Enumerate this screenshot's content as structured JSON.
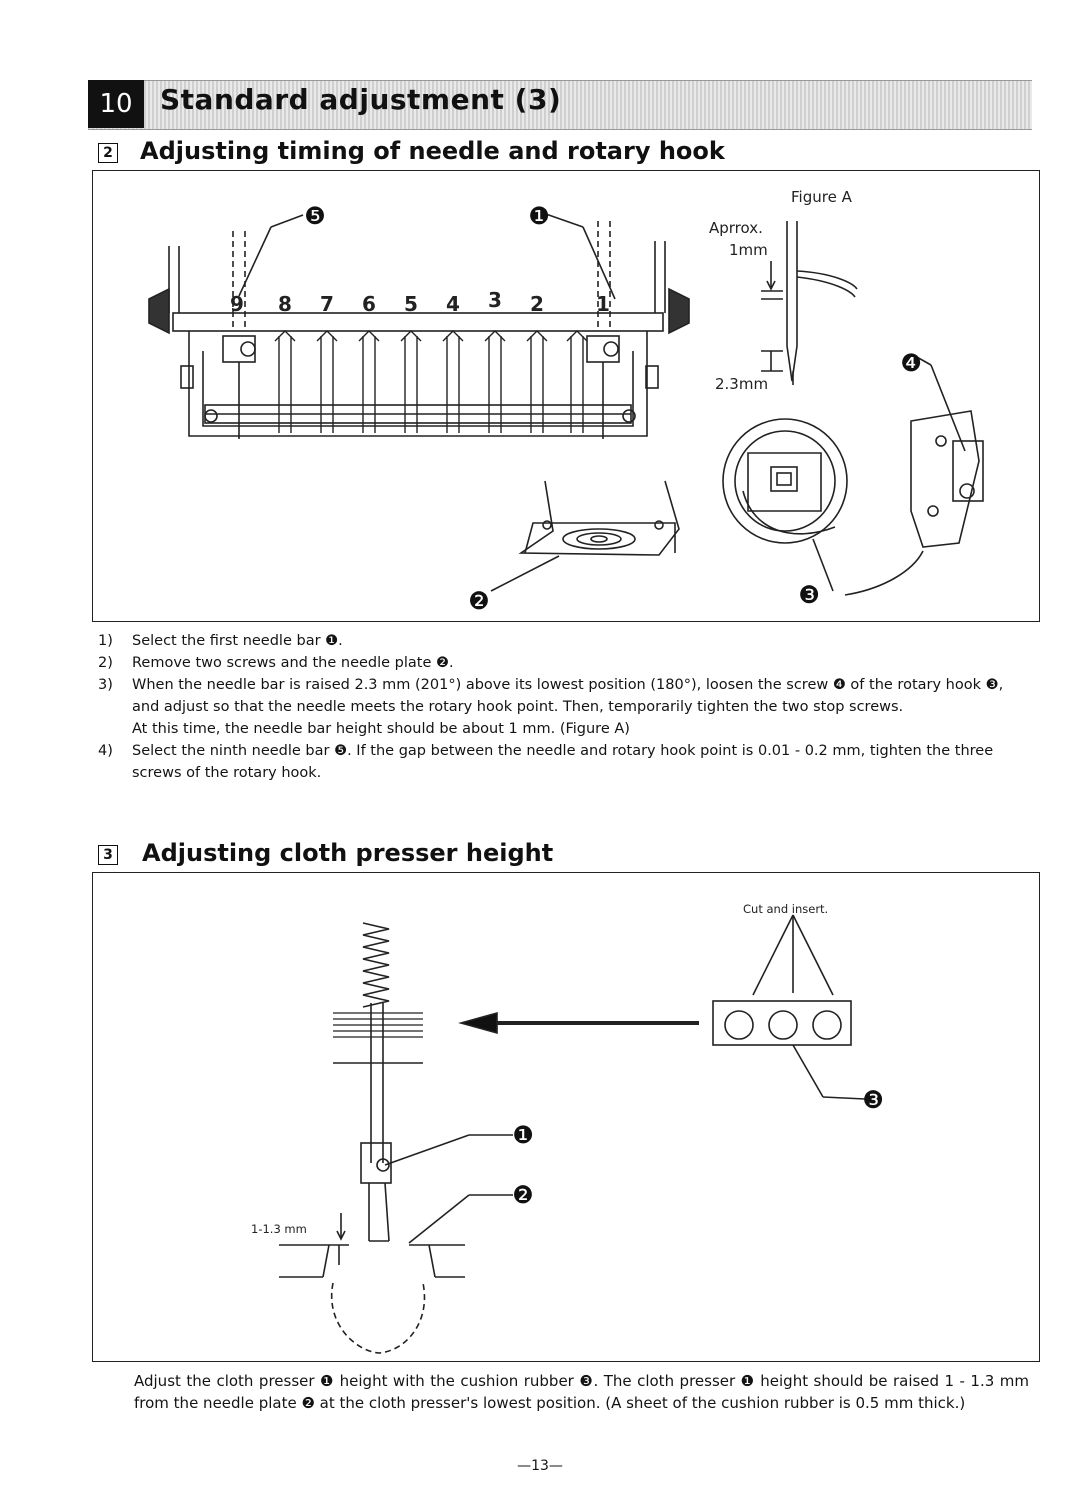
{
  "header": {
    "chapter_number": "10",
    "chapter_title": "Standard adjustment (3)"
  },
  "section2": {
    "number": "2",
    "title": "Adjusting timing of needle and rotary hook",
    "figure_a": {
      "title": "Figure A",
      "label_approx": "Aprrox.",
      "label_1mm": "1mm",
      "label_23mm": "2.3mm"
    },
    "needle_numbers": [
      "9",
      "8",
      "7",
      "6",
      "5",
      "4",
      "3",
      "2",
      "1"
    ],
    "callouts": [
      "❶",
      "❷",
      "❸",
      "❹",
      "❺"
    ],
    "steps": [
      {
        "num": "1)",
        "text": "Select the first needle bar ❶."
      },
      {
        "num": "2)",
        "text": "Remove two screws and the needle plate ❷."
      },
      {
        "num": "3)",
        "text": "When the needle bar is raised 2.3 mm (201°) above its lowest position (180°), loosen the screw ❹ of the rotary hook ❸, and adjust so that the needle meets the rotary hook point. Then, temporarily tighten the two stop screws."
      },
      {
        "num": "",
        "text": "At this time, the needle bar height should be about 1 mm. (Figure A)"
      },
      {
        "num": "4)",
        "text": "Select the ninth needle bar ❺. If the gap between the needle and rotary hook point is 0.01 - 0.2 mm, tighten the three screws of the rotary hook."
      }
    ]
  },
  "section3": {
    "number": "3",
    "title": "Adjusting cloth presser height",
    "cut_label": "Cut and insert.",
    "dim_label": "1-1.3 mm",
    "callouts": [
      "❶",
      "❷",
      "❸"
    ],
    "paragraph": "Adjust the cloth presser ❶ height with the cushion rubber ❸. The cloth presser ❶ height should be raised 1 - 1.3 mm from the needle plate ❷ at the cloth presser's lowest position. (A sheet of the cushion rubber is 0.5 mm thick.)"
  },
  "page_number": "—13—"
}
